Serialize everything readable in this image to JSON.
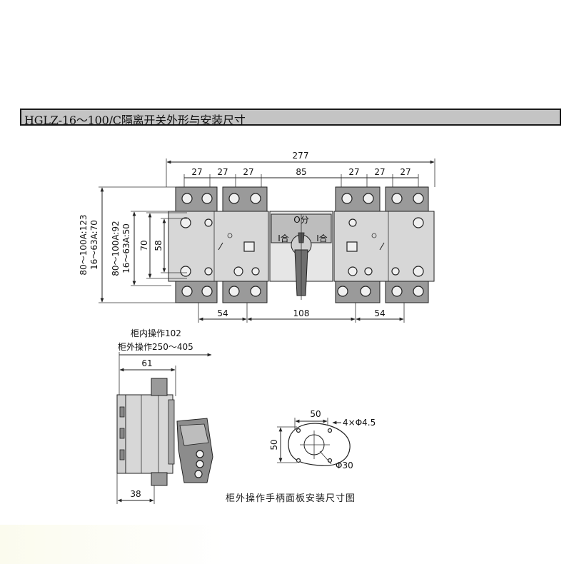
{
  "header": {
    "title": "HGLZ-16～100/C隔离开关外形与安装尺寸"
  },
  "front_view": {
    "overall_width": "277",
    "top_dims": [
      "27",
      "27",
      "27",
      "85",
      "27",
      "27",
      "27"
    ],
    "bottom_dims": [
      "54",
      "108",
      "54"
    ],
    "left_dims_outer": [
      "80～100A:123",
      "16～63A:70"
    ],
    "left_dims_inner": [
      "80～100A:92",
      "16～63A:50"
    ],
    "left_dims": [
      "70",
      "58"
    ],
    "handle_labels": {
      "off": "O分",
      "on_left": "I合",
      "on_right": "I合"
    }
  },
  "side_view": {
    "label_inside": "柜内操作102",
    "label_outside": "柜外操作250～405",
    "dim_top": "61",
    "dim_bottom": "38"
  },
  "panel_view": {
    "dim_width": "50",
    "dim_height": "50",
    "hole_note": "4×Φ4.5",
    "diameter": "Φ30",
    "caption": "柜外操作手柄面板安装尺寸图"
  }
}
